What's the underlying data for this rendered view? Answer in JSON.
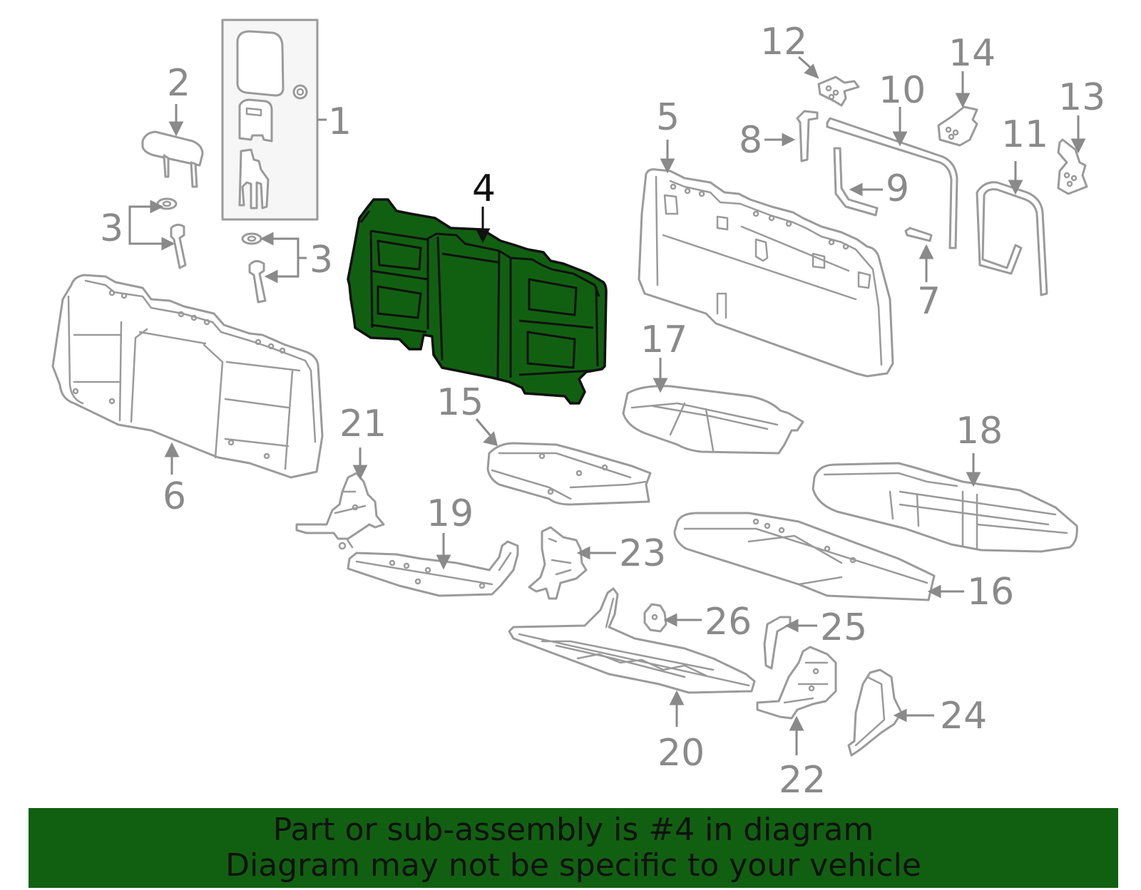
{
  "diagram": {
    "highlight_color": "#116011",
    "callouts": [
      {
        "id": "c1",
        "label": "1"
      },
      {
        "id": "c2",
        "label": "2"
      },
      {
        "id": "c3a",
        "label": "3"
      },
      {
        "id": "c3b",
        "label": "3"
      },
      {
        "id": "c4",
        "label": "4"
      },
      {
        "id": "c5",
        "label": "5"
      },
      {
        "id": "c6",
        "label": "6"
      },
      {
        "id": "c7",
        "label": "7"
      },
      {
        "id": "c8",
        "label": "8"
      },
      {
        "id": "c9",
        "label": "9"
      },
      {
        "id": "c10",
        "label": "10"
      },
      {
        "id": "c11",
        "label": "11"
      },
      {
        "id": "c12",
        "label": "12"
      },
      {
        "id": "c13",
        "label": "13"
      },
      {
        "id": "c14",
        "label": "14"
      },
      {
        "id": "c15",
        "label": "15"
      },
      {
        "id": "c16",
        "label": "16"
      },
      {
        "id": "c17",
        "label": "17"
      },
      {
        "id": "c18",
        "label": "18"
      },
      {
        "id": "c19",
        "label": "19"
      },
      {
        "id": "c20",
        "label": "20"
      },
      {
        "id": "c21",
        "label": "21"
      },
      {
        "id": "c22",
        "label": "22"
      },
      {
        "id": "c23",
        "label": "23"
      },
      {
        "id": "c24",
        "label": "24"
      },
      {
        "id": "c25",
        "label": "25"
      },
      {
        "id": "c26",
        "label": "26"
      }
    ]
  },
  "banner": {
    "line1": "Part or sub-assembly is #4 in diagram",
    "line2": "Diagram may not be specific to your vehicle",
    "color": "#116011"
  }
}
